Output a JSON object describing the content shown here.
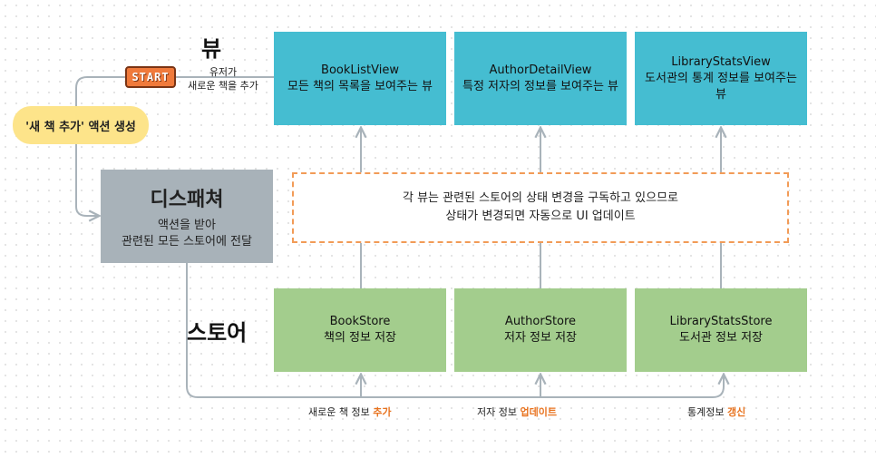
{
  "labels": {
    "view_title": "뷰",
    "store_title": "스토어",
    "start": "START",
    "user_line1": "유저가",
    "user_line2": "새로운 책을 추가",
    "action": "'새 책 추가' 액션 생성"
  },
  "dispatcher": {
    "title": "디스패쳐",
    "line1": "액션을 받아",
    "line2": "관련된 모든 스토어에 전달"
  },
  "notice": {
    "line1": "각 뷰는 관련된 스토어의 상태 변경을 구독하고 있으므로",
    "line2": "상태가 변경되면 자동으로 UI 업데이트"
  },
  "views": [
    {
      "name": "BookListView",
      "desc": "모든 책의 목록을 보여주는 뷰"
    },
    {
      "name": "AuthorDetailView",
      "desc": "특정 저자의 정보를 보여주는 뷰"
    },
    {
      "name": "LibraryStatsView",
      "desc": "도서관의 통계 정보를 보여주는",
      "desc2": "뷰"
    }
  ],
  "stores": [
    {
      "name": "BookStore",
      "desc": "책의 정보 저장"
    },
    {
      "name": "AuthorStore",
      "desc": "저자 정보 저장"
    },
    {
      "name": "LibraryStatsStore",
      "desc": "도서관 정보 저장"
    }
  ],
  "updates": [
    {
      "pre": "새로운 책 정보 ",
      "hl": "추가"
    },
    {
      "pre": "저자 정보 ",
      "hl": "업데이트"
    },
    {
      "pre": "통계정보 ",
      "hl": "갱신"
    }
  ],
  "colors": {
    "view": "#45bdd1",
    "store": "#a3cd8d",
    "dispatcher": "#a8b2b9",
    "action": "#fde48a",
    "notice_border": "#f29b57",
    "start": "#f07a3b",
    "highlight": "#e8731f",
    "wire": "#a9b3ba"
  }
}
